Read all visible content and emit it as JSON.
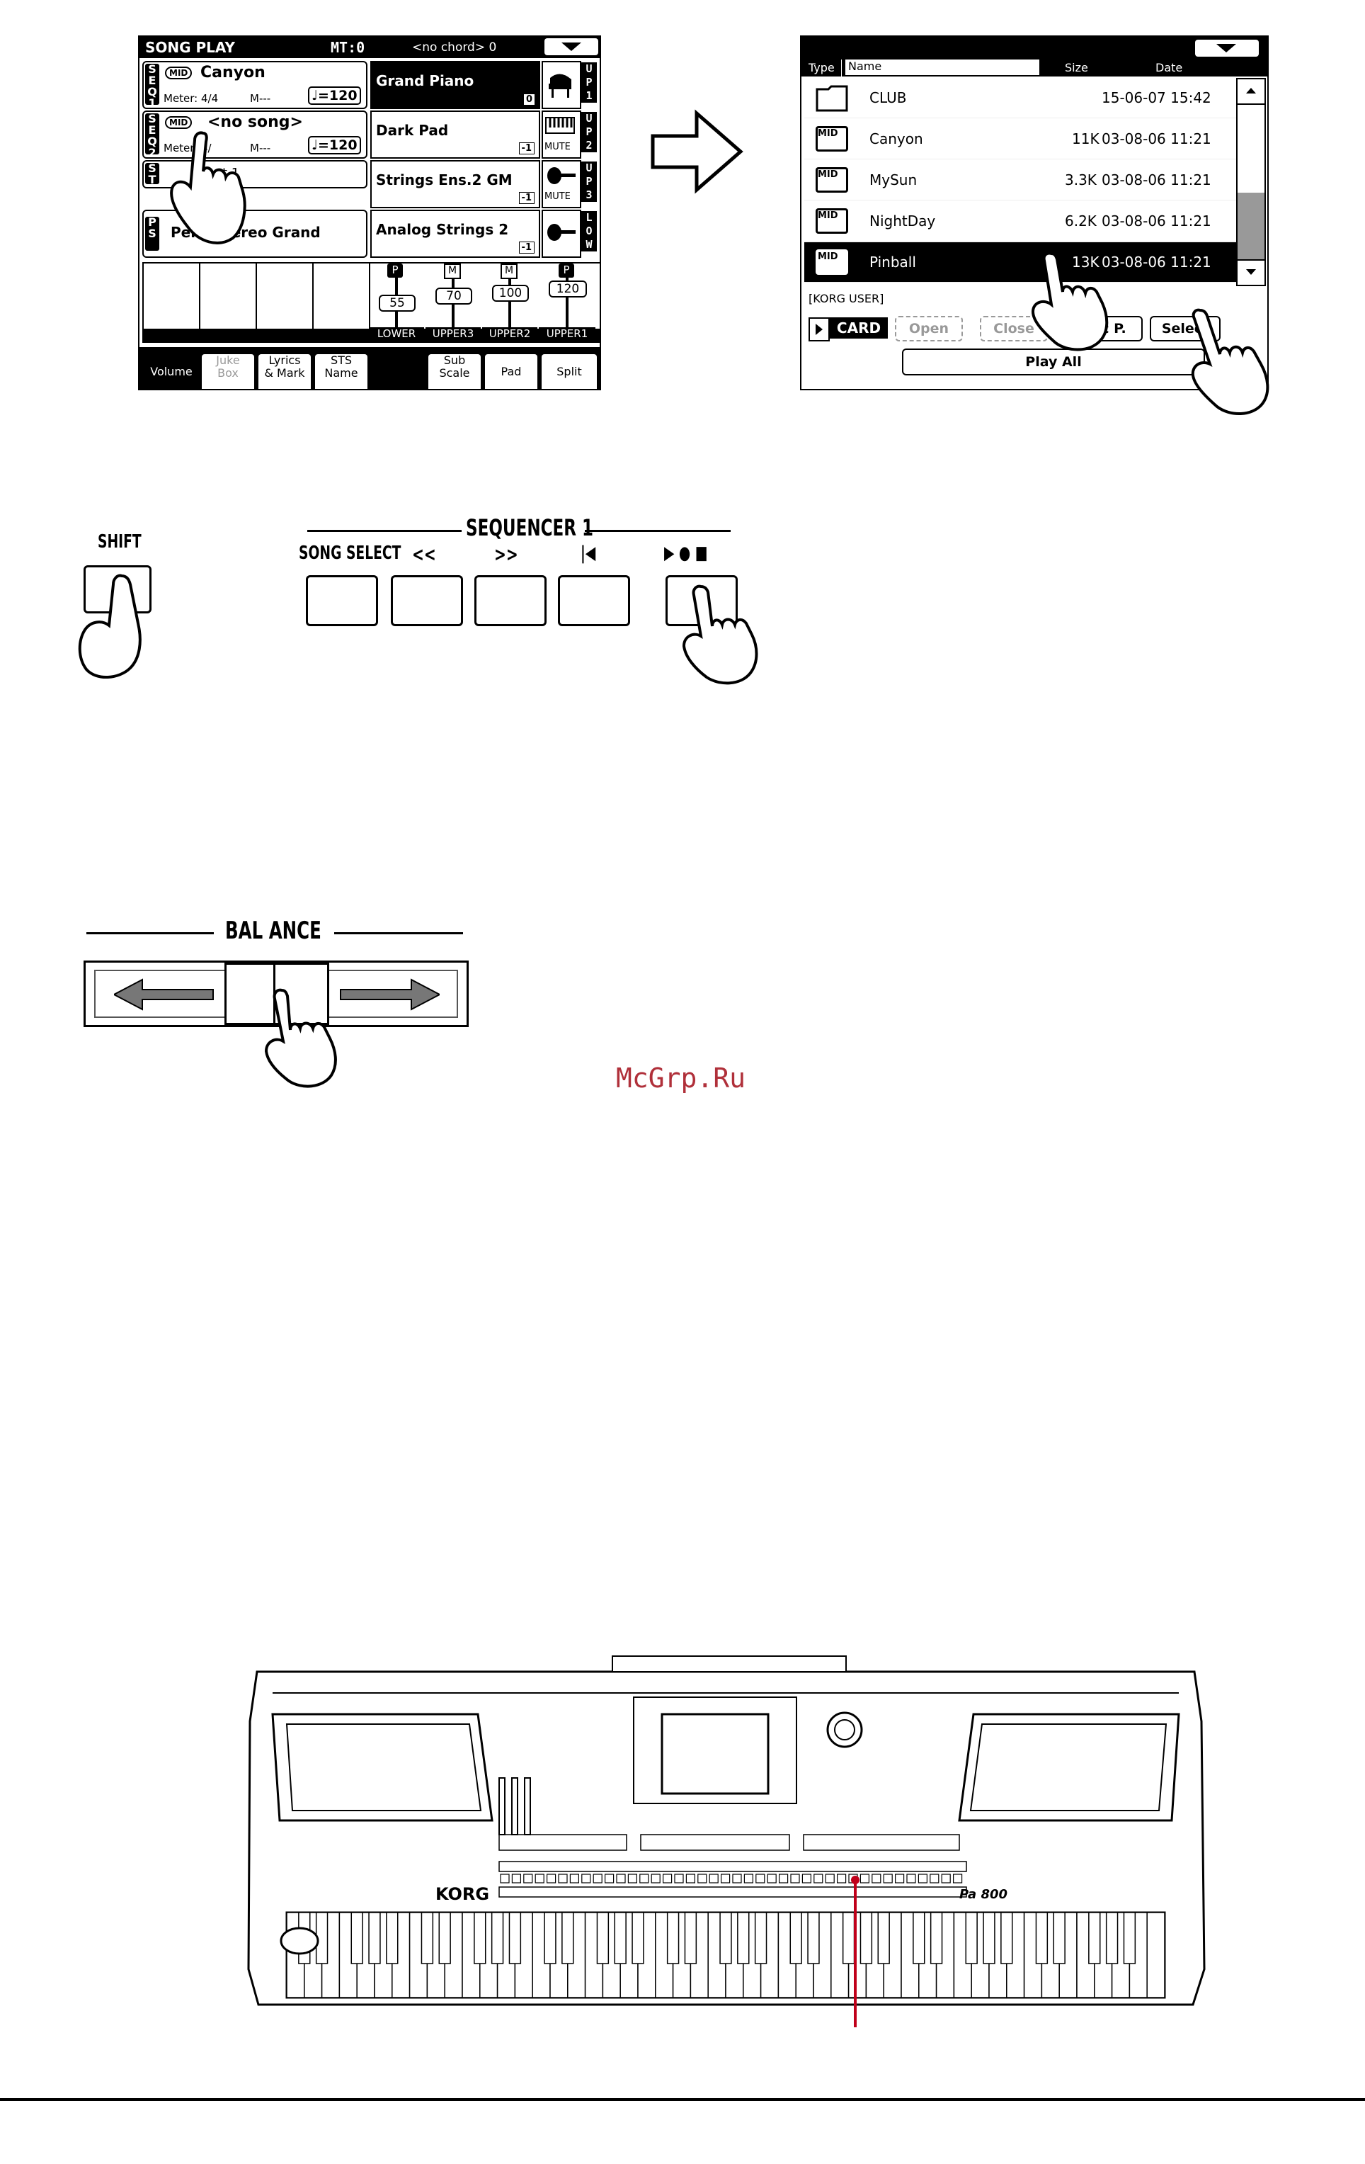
{
  "song_play": {
    "title": "SONG PLAY",
    "mt": "MT:0",
    "chord": "<no chord> 0",
    "seq1": {
      "label": [
        "S",
        "E",
        "Q",
        "1"
      ],
      "mid": "MID",
      "song": "Canyon",
      "meter": "Meter: 4/4",
      "m": "M---",
      "tempo": "♩=120"
    },
    "seq2": {
      "label": [
        "S",
        "E",
        "Q",
        "2"
      ],
      "mid": "MID",
      "song": "<no song>",
      "meter": "Meter: 4/",
      "m": "M---",
      "tempo": "♩=120"
    },
    "st": {
      "label": [
        "S",
        "T"
      ],
      "text": "at 1"
    },
    "ps": {
      "label": [
        "P",
        "S"
      ],
      "text": "Perf:  Stereo Grand"
    },
    "tracks": [
      {
        "name": "Grand Piano",
        "side": [
          "U",
          "P",
          "1"
        ],
        "icon": "piano-icon",
        "oct": "0"
      },
      {
        "name": "Dark Pad",
        "side": [
          "U",
          "P",
          "2"
        ],
        "icon": "keyboard-icon",
        "oct": "-1",
        "mute": "MUTE"
      },
      {
        "name": "Strings Ens.2 GM",
        "side": [
          "U",
          "P",
          "3"
        ],
        "icon": "violin-icon",
        "oct": "-1",
        "mute": "MUTE"
      },
      {
        "name": "Analog Strings 2",
        "side": [
          "L",
          "O",
          "W"
        ],
        "icon": "violin-icon",
        "oct": "-1"
      }
    ],
    "mixer": [
      {
        "mode": "P",
        "value": "55",
        "label": "LOWER"
      },
      {
        "mode": "M",
        "value": "70",
        "label": "UPPER3"
      },
      {
        "mode": "M",
        "value": "100",
        "label": "UPPER2"
      },
      {
        "mode": "P",
        "value": "120",
        "label": "UPPER1"
      }
    ],
    "tabs": [
      "Volume",
      "Juke\nBox",
      "Lyrics\n& Mark",
      "STS\nName",
      "Sub\nScale",
      "Pad",
      "Split"
    ]
  },
  "file_screen": {
    "headers": {
      "type": "Type",
      "name": "Name",
      "size": "Size",
      "date": "Date"
    },
    "rows": [
      {
        "type": "folder-icon",
        "name": "CLUB",
        "size": "",
        "date": "15-06-07 15:42"
      },
      {
        "type": "MID",
        "name": "Canyon",
        "size": "11K",
        "date": "03-08-06 11:21"
      },
      {
        "type": "MID",
        "name": "MySun",
        "size": "3.3K",
        "date": "03-08-06 11:21"
      },
      {
        "type": "MID",
        "name": "NightDay",
        "size": "6.2K",
        "date": "03-08-06 11:21"
      },
      {
        "type": "MID",
        "name": "Pinball",
        "size": "13K",
        "date": "03-08-06 11:21"
      }
    ],
    "path": "[KORG USER]",
    "device": "CARD",
    "buttons": {
      "open": "Open",
      "close": "Close",
      "desc": "c P.",
      "select": "Select",
      "play_all": "Play All"
    }
  },
  "panel": {
    "shift": "SHIFT",
    "sequencer_title": "SEQUENCER 1",
    "seq_labels": [
      "SONG SELECT",
      "<<",
      ">>",
      "|◀",
      "▶ ● ■"
    ],
    "balance": "BAL ANCE"
  },
  "watermark": "McGrp.Ru",
  "keyboard": {
    "brand": "KORG",
    "model": "Pa 800"
  },
  "colors": {
    "accent_red": "#c0001a",
    "watermark_red": "#b0303a"
  }
}
